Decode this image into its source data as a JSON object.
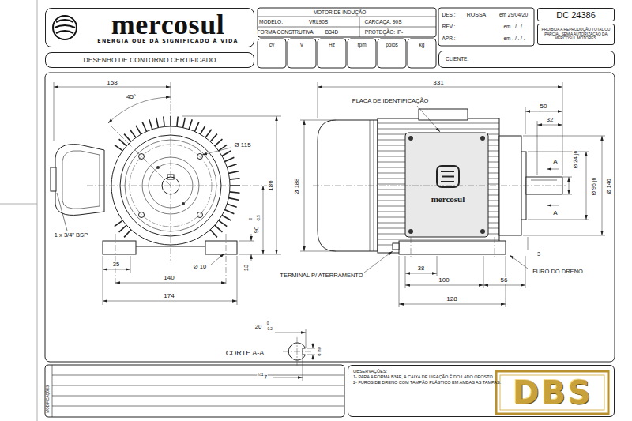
{
  "diagram": {
    "nodes": [
      {
        "text": [
          "mercosul",
          "ENERGIA QUE DÁ SIGNIFICADO À VIDA"
        ]
      },
      {
        "text": [
          "DC 24386"
        ]
      },
      {
        "text": [
          "PROIBIDA A REPRODUÇÃO TOTAL OU PARCIAL SEM A AUTORIZAÇÃO DA MERCOSUL MOTORES."
        ]
      },
      {
        "text": [
          "DESENHO DE CONTORNO CERTIFICADO"
        ]
      },
      {
        "text": [
          "CLIENTE:"
        ]
      },
      {
        "text": [
          "OBSERVAÇÕES:",
          "1- PARA A FORMA B34E, A CAIXA DE LIGAÇÃO É DO LADO OPOSTO.",
          "2- FUROS DE DRENO COM TAMPÃO PLÁSTICO EM AMBAS AS TAMPAS."
        ]
      }
    ],
    "labels": [
      "MOTOR DE INDUÇÃO",
      "MODELO:",
      "VRL90S",
      "CARCAÇA: 90S",
      "FORMA CONSTRUTIVA:",
      "B34D",
      "PROTEÇÃO: IP-",
      "cv",
      "V",
      "Hz",
      "rpm",
      "pólos",
      "kg",
      "DES.:",
      "ROSSA",
      "em 29/04/20",
      "REV.:",
      "em . / . / .",
      "APR.:",
      "em . / . / .",
      "158",
      "45°",
      "Ø 115",
      "186",
      "90",
      "0",
      "-0.5",
      "13",
      "1 x 3/4\" BSP",
      "35",
      "Ø 10",
      "140",
      "174",
      "331",
      "PLACA DE IDENTIFICAÇÃO",
      "50",
      "32",
      "A",
      "A",
      "Ø 24 j6",
      "Ø 95 j6",
      "Ø 140",
      "Ø 188",
      "mercosul",
      "3",
      "38",
      "100",
      "56",
      "128",
      "FURO DO DRENO",
      "TERMINAL P/ ATERRAMENTO",
      "20",
      "0",
      "-0.2",
      "8 h9",
      "CORTE A-A",
      "7",
      "h11",
      "MODIFICAÇÕES",
      "DBS"
    ]
  }
}
